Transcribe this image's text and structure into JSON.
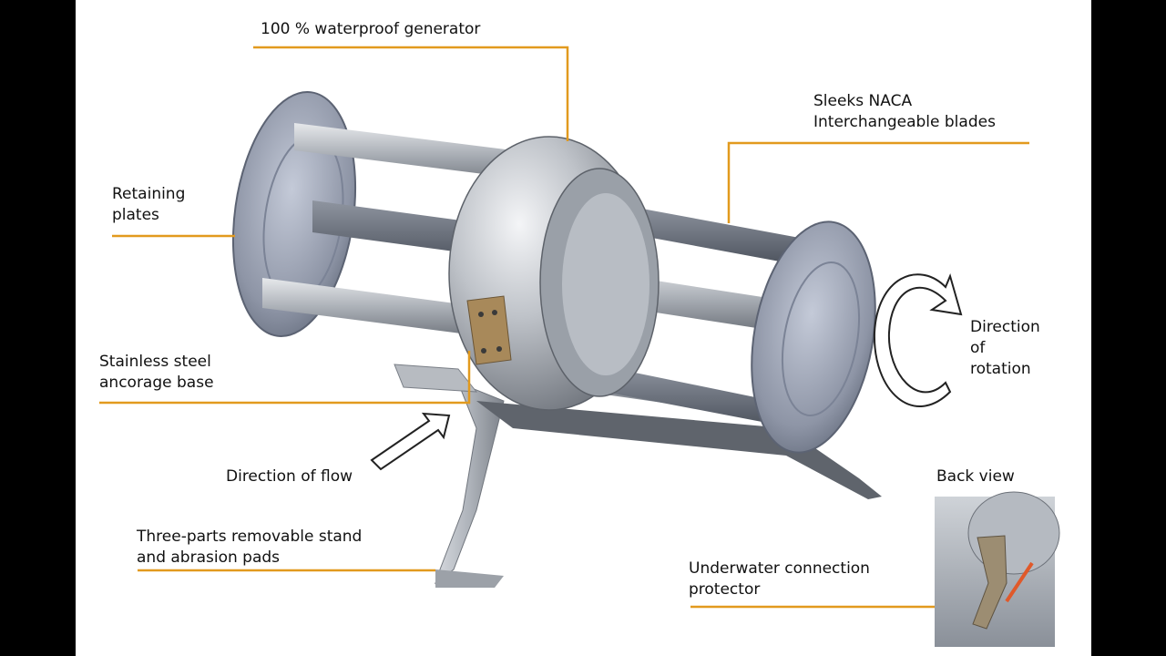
{
  "accent": "#E29A1E",
  "labels": {
    "generator": "100 % waterproof generator",
    "blades_line1": "Sleeks NACA",
    "blades_line2": "Interchangeable blades",
    "plates_line1": "Retaining",
    "plates_line2": "plates",
    "rotation_line1": "Direction",
    "rotation_line2": "of",
    "rotation_line3": "rotation",
    "base_line1": "Stainless steel",
    "base_line2": "ancorage base",
    "flow": "Direction of flow",
    "back_view": "Back view",
    "stand_line1": "Three-parts removable stand",
    "stand_line2": "and abrasion pads",
    "connector_line1": "Underwater connection",
    "connector_line2": "protector"
  },
  "icons": [
    "rotation-arrow-icon",
    "flow-arrow-icon"
  ]
}
